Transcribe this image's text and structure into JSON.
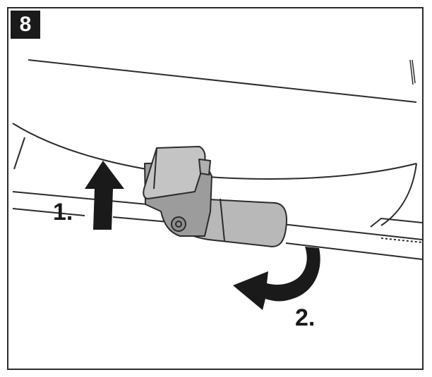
{
  "step_number": "8",
  "instructions": [
    {
      "label": "1.",
      "icon": "arrow-up-icon",
      "action": "lift-latch"
    },
    {
      "label": "2.",
      "icon": "curved-arrow-icon",
      "action": "rotate-away"
    }
  ],
  "colors": {
    "outline": "#2b2b2b",
    "latch_fill": "#b8b8b8",
    "latch_dark": "#8e8e8e",
    "arrow": "#1a1a1a",
    "badge_bg": "#1a1a1a"
  }
}
